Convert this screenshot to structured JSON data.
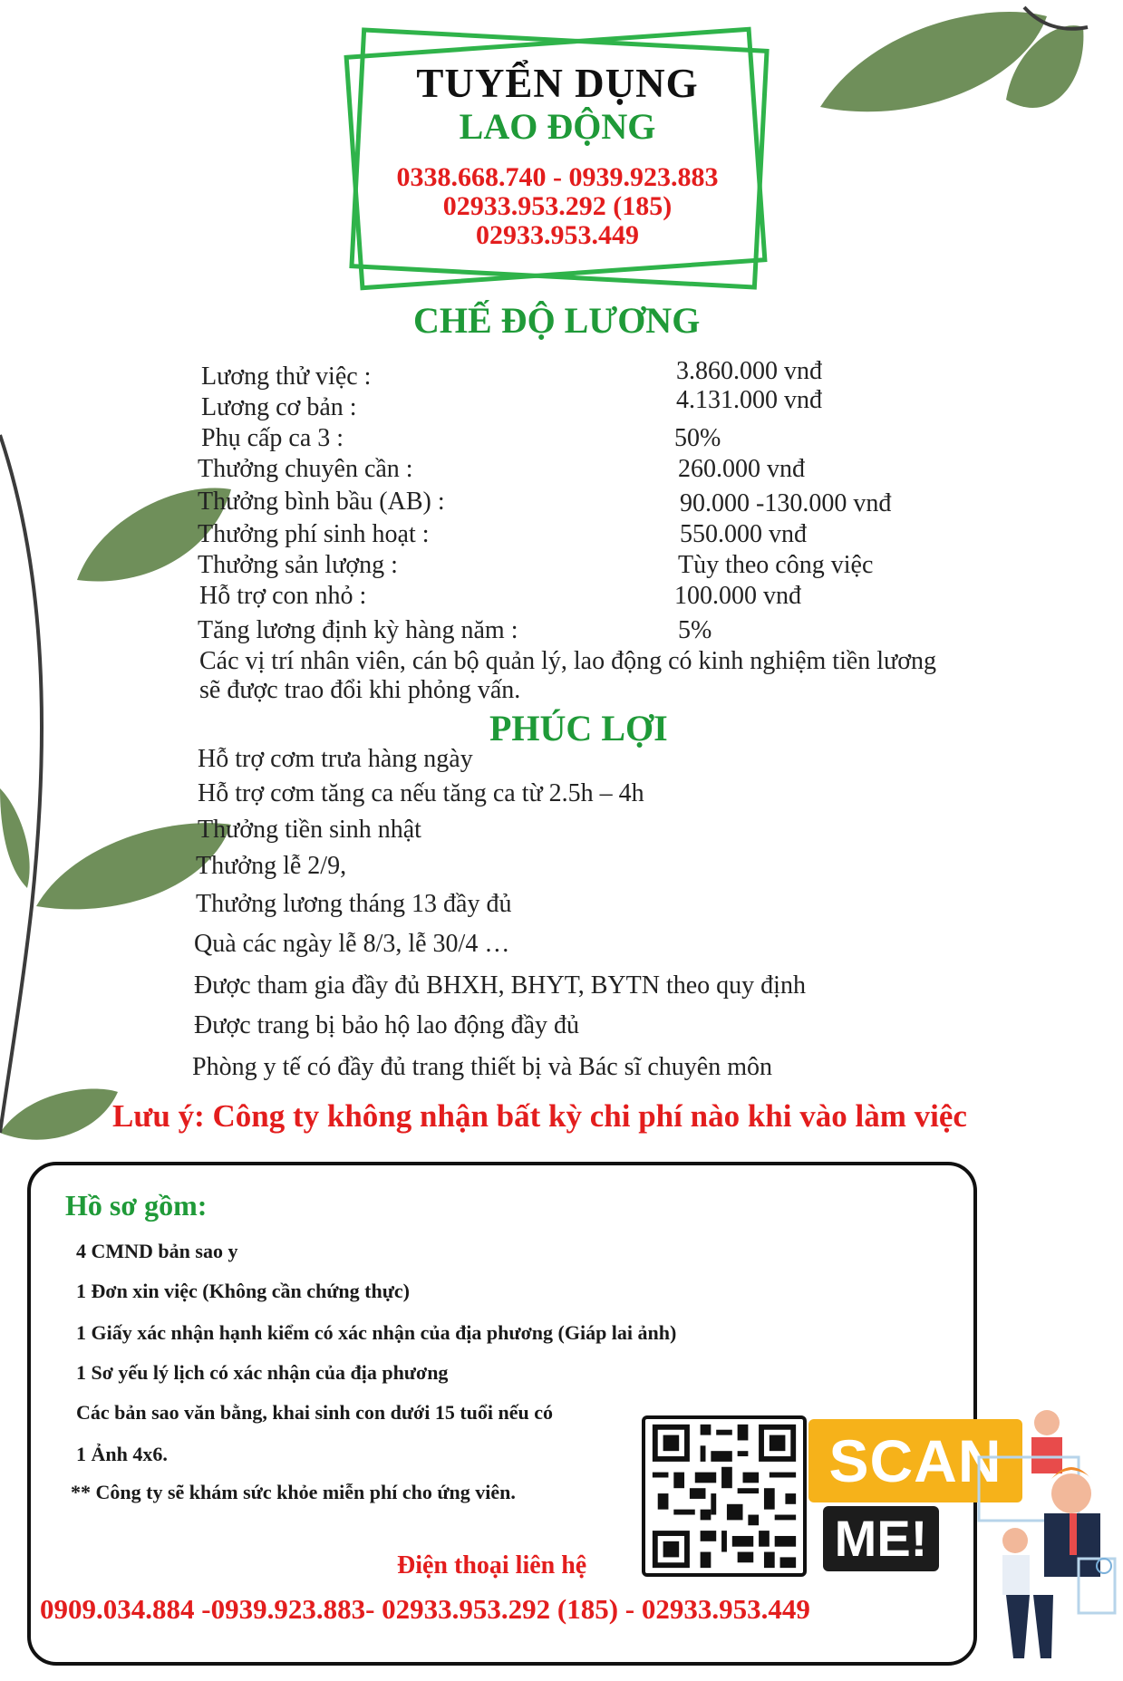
{
  "header": {
    "title": "TUYỂN DỤNG",
    "subtitle": "LAO ĐỘNG",
    "phones": [
      "0338.668.740 - 0939.923.883",
      "02933.953.292 (185)",
      "02933.953.449"
    ]
  },
  "salary": {
    "heading": "CHẾ ĐỘ LƯƠNG",
    "items": [
      {
        "label": "Lương thử việc :",
        "value": "3.860.000 vnđ"
      },
      {
        "label": "Lương cơ bản :",
        "value": "4.131.000 vnđ"
      },
      {
        "label": "Phụ cấp ca 3 :",
        "value": "50%"
      },
      {
        "label": "Thưởng chuyên cần :",
        "value": "260.000 vnđ"
      },
      {
        "label": "Thưởng bình bầu (AB) :",
        "value": "90.000 -130.000 vnđ"
      },
      {
        "label": "Thưởng phí sinh hoạt :",
        "value": "550.000 vnđ"
      },
      {
        "label": "Thưởng sản lượng :",
        "value": "Tùy theo công việc"
      },
      {
        "label": "Hỗ trợ con nhỏ :",
        "value": "100.000 vnđ"
      },
      {
        "label": "Tăng lương định kỳ hàng năm :",
        "value": "5%"
      }
    ],
    "note_line1": "Các vị trí nhân viên, cán bộ quản lý, lao động có kinh nghiệm tiền lương",
    "note_line2": "sẽ được trao đổi khi phỏng vấn."
  },
  "welfare": {
    "heading": "PHÚC LỢI",
    "items": [
      "Hỗ trợ cơm trưa hàng ngày",
      "Hỗ trợ cơm tăng ca nếu tăng ca từ 2.5h – 4h",
      "Thưởng tiền sinh nhật",
      "Thưởng lễ 2/9,",
      "Thưởng lương tháng 13 đầy đủ",
      "Quà các ngày lễ 8/3, lễ 30/4 …",
      "Được tham gia đầy đủ BHXH, BHYT, BYTN theo quy định",
      "Được trang bị bảo hộ lao động đầy đủ",
      "Phòng y tế có đầy đủ trang thiết bị và Bác sĩ chuyên môn"
    ]
  },
  "notice": "Lưu ý: Công ty không nhận bất kỳ chi phí nào khi vào làm việc",
  "documents": {
    "title": "Hồ sơ gồm:",
    "items": [
      "4 CMND bản sao y",
      "1 Đơn xin việc (Không cần chứng thực)",
      "1 Giấy xác nhận hạnh kiểm có xác nhận của địa phương (Giáp lai ảnh)",
      "1 Sơ yếu lý lịch có xác nhận của địa phương",
      "Các bản sao văn bằng, khai sinh con dưới 15 tuổi nếu có",
      "1 Ảnh 4x6.",
      "** Công ty sẽ khám sức khỏe miễn phí cho ứng viên."
    ]
  },
  "contact": {
    "label": "Điện thoại liên hệ",
    "phones": "0909.034.884 -0939.923.883- 02933.953.292 (185) - 02933.953.449"
  },
  "scan": {
    "line1": "SCAN",
    "line2": "ME!"
  },
  "colors": {
    "green": "#2fb34a",
    "dark_green": "#1f9a38",
    "red": "#e31d1d",
    "orange": "#f6b21a",
    "leaf": "#6f8f5a"
  },
  "icons": [
    "leaf-icon",
    "vine-icon",
    "qr-code-icon",
    "person-illustration-icon"
  ]
}
